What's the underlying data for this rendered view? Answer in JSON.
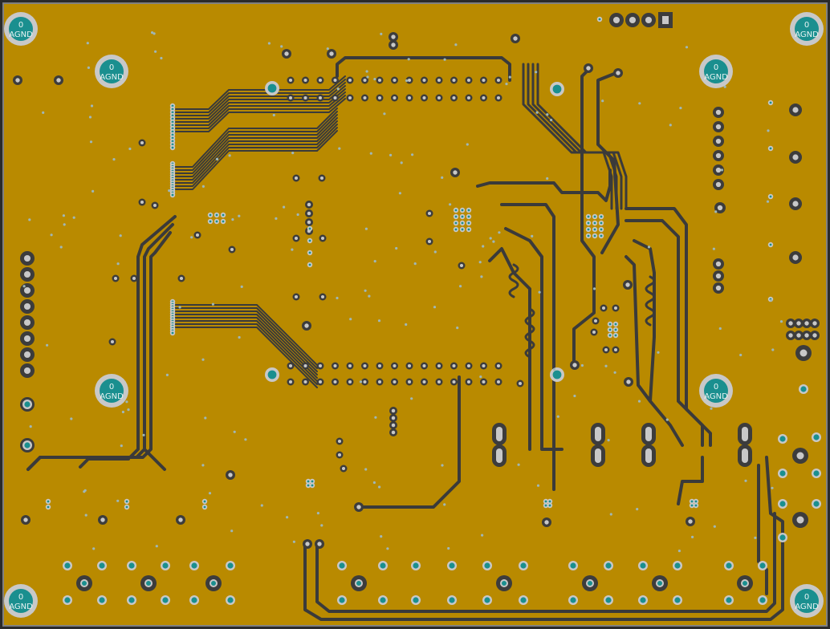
{
  "board": {
    "copper_color": "#b98a00",
    "trace_color": "#3a3a3a",
    "pad_ring_color": "#3c3c3c",
    "via_fill_color": "#1a8f8f",
    "hole_color": "#c8c8c8",
    "outline_color": "#808080"
  },
  "mounting_holes": [
    {
      "net": "0",
      "name": "AGND"
    },
    {
      "net": "0",
      "name": "AGND"
    },
    {
      "net": "0",
      "name": "AGND"
    },
    {
      "net": "0",
      "name": "AGND"
    },
    {
      "net": "0",
      "name": "AGND"
    },
    {
      "net": "0",
      "name": "AGND"
    },
    {
      "net": "0",
      "name": "AGND"
    },
    {
      "net": "0",
      "name": "AGND"
    }
  ]
}
